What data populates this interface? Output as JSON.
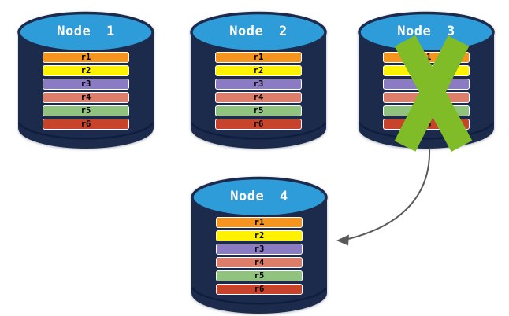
{
  "nodes": [
    {
      "title": "Node 1",
      "status": "active",
      "records": [
        {
          "label": "r1",
          "color": "#F5941E"
        },
        {
          "label": "r2",
          "color": "#FFF200"
        },
        {
          "label": "r3",
          "color": "#8A7BC4"
        },
        {
          "label": "r4",
          "color": "#DD7E6B"
        },
        {
          "label": "r5",
          "color": "#90C47E"
        },
        {
          "label": "r6",
          "color": "#C7432C"
        }
      ]
    },
    {
      "title": "Node 2",
      "status": "active",
      "records": [
        {
          "label": "r1",
          "color": "#F5941E"
        },
        {
          "label": "r2",
          "color": "#FFF200"
        },
        {
          "label": "r3",
          "color": "#8A7BC4"
        },
        {
          "label": "r4",
          "color": "#DD7E6B"
        },
        {
          "label": "r5",
          "color": "#90C47E"
        },
        {
          "label": "r6",
          "color": "#C7432C"
        }
      ]
    },
    {
      "title": "Node 3",
      "status": "failed",
      "records": [
        {
          "label": "r1",
          "color": "#F5941E"
        },
        {
          "label": "r2",
          "color": "#FFF200"
        },
        {
          "label": "r3",
          "color": "#8A7BC4"
        },
        {
          "label": "r4",
          "color": "#DD7E6B"
        },
        {
          "label": "r5",
          "color": "#90C47E"
        },
        {
          "label": "r6",
          "color": "#C7432C"
        }
      ]
    },
    {
      "title": "Node 4",
      "status": "active",
      "records": [
        {
          "label": "r1",
          "color": "#F5941E"
        },
        {
          "label": "r2",
          "color": "#FFF200"
        },
        {
          "label": "r3",
          "color": "#8A7BC4"
        },
        {
          "label": "r4",
          "color": "#DD7E6B"
        },
        {
          "label": "r5",
          "color": "#90C47E"
        },
        {
          "label": "r6",
          "color": "#C7432C"
        }
      ]
    }
  ],
  "failure": {
    "node": "Node 3",
    "cross_color": "#80BC28"
  },
  "arrow": {
    "from": "Node 3",
    "to": "Node 4",
    "color": "#595959"
  },
  "colors": {
    "cylinder_body": "#1C2B4C",
    "cylinder_top": "#2E9CD9",
    "cylinder_edge": "#0F1E3E",
    "background": "#FFFFFF"
  }
}
